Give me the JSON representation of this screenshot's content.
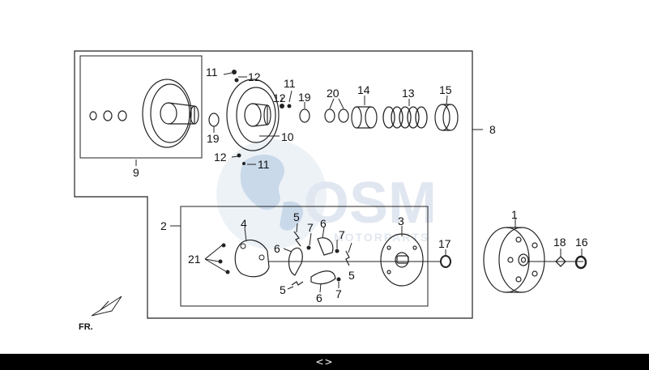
{
  "watermark": {
    "logo": "OSM",
    "tagline": "MOTORPARTS",
    "color": "#c9d5e4",
    "globe_color": "#7ea6cf"
  },
  "orientation_label": "FR.",
  "callouts": {
    "c1": "1",
    "c2": "2",
    "c3": "3",
    "c4": "4",
    "c5a": "5",
    "c5b": "5",
    "c5c": "5",
    "c6a": "6",
    "c6b": "6",
    "c6c": "6",
    "c7a": "7",
    "c7b": "7",
    "c7c": "7",
    "c8": "8",
    "c9": "9",
    "c10": "10",
    "c11a": "11",
    "c11b": "11",
    "c11c": "11",
    "c12a": "12",
    "c12b": "12",
    "c12c": "12",
    "c13": "13",
    "c14": "14",
    "c15": "15",
    "c16": "16",
    "c17": "17",
    "c18": "18",
    "c19a": "19",
    "c19b": "19",
    "c20": "20",
    "c21": "21"
  },
  "nav": {
    "arrows": "<>"
  }
}
